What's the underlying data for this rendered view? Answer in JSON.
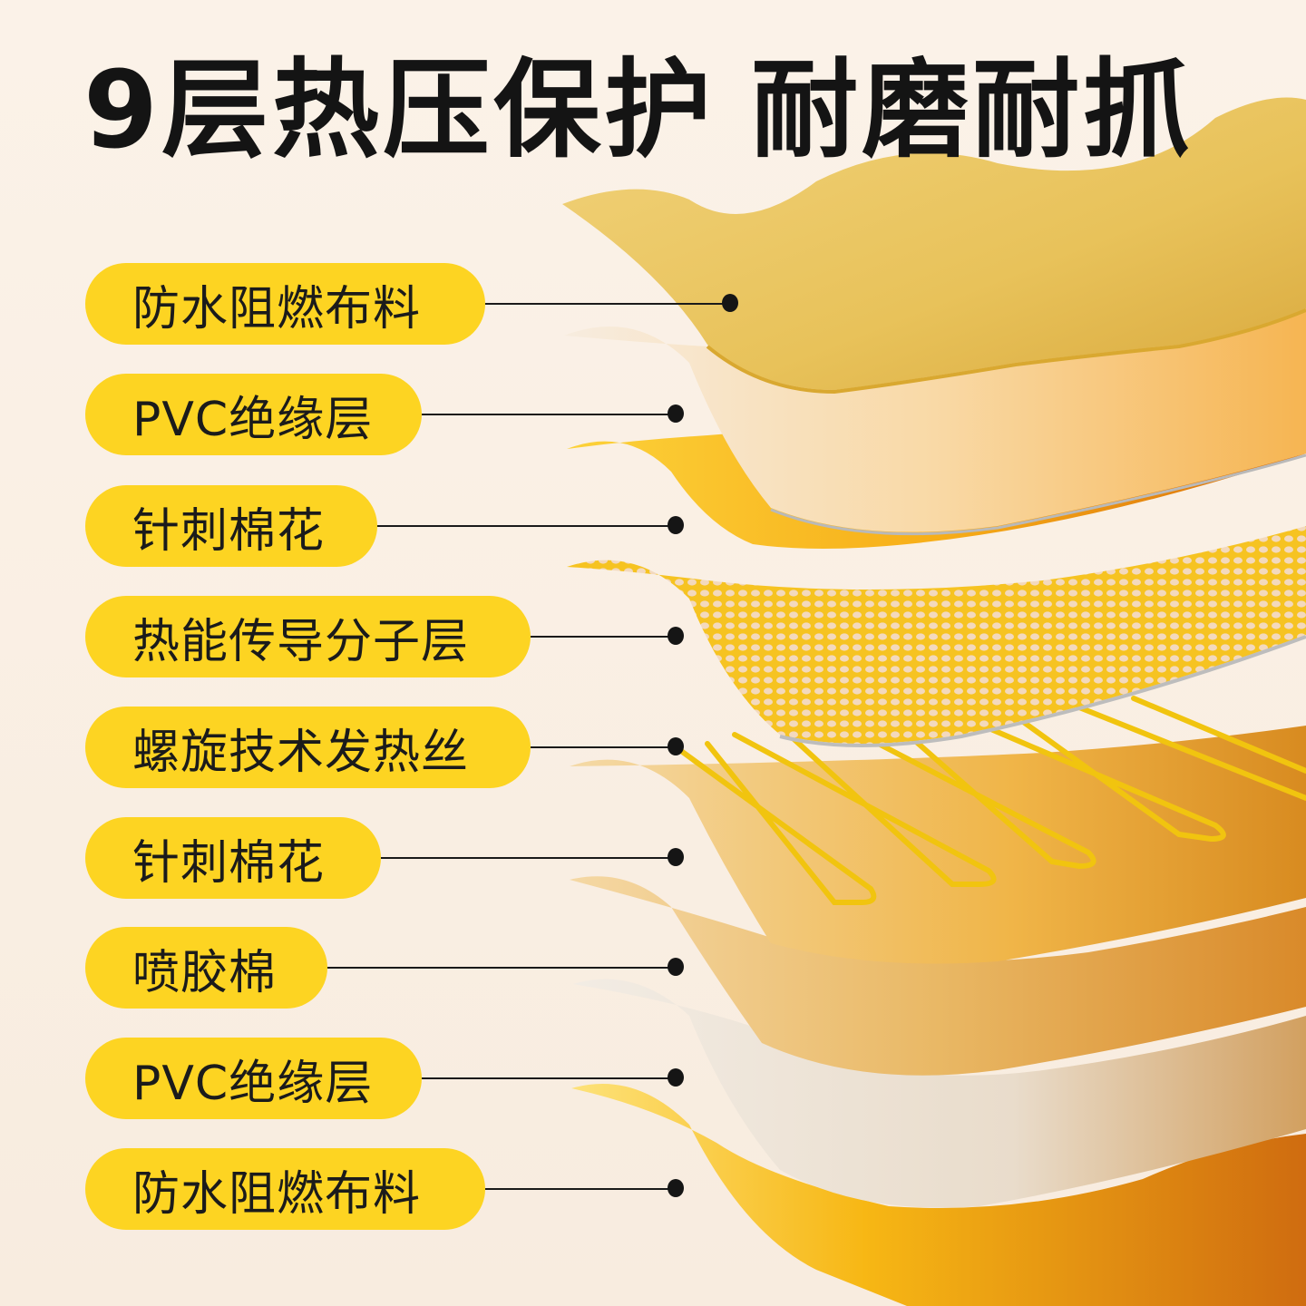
{
  "headline": {
    "part1": "9层热压保护",
    "part2": "耐磨耐抓"
  },
  "layers": [
    {
      "label": "防水阻燃布料",
      "color": "#e9c35c"
    },
    {
      "label": "PVC绝缘层",
      "color": "#f4e2c8"
    },
    {
      "label": "针刺棉花",
      "color": "#f6b42a"
    },
    {
      "label": "热能传导分子层",
      "color": "#f3b81e"
    },
    {
      "label": "螺旋技术发热丝",
      "color": "#ffd21a"
    },
    {
      "label": "针刺棉花",
      "color": "#f2cc87"
    },
    {
      "label": "喷胶棉",
      "color": "#e9b865"
    },
    {
      "label": "PVC绝缘层",
      "color": "#ece2d4"
    },
    {
      "label": "防水阻燃布料",
      "color": "#f7bd1c"
    }
  ],
  "colors": {
    "background": "#f9efe4",
    "pill": "#fdd422",
    "text": "#141414"
  }
}
